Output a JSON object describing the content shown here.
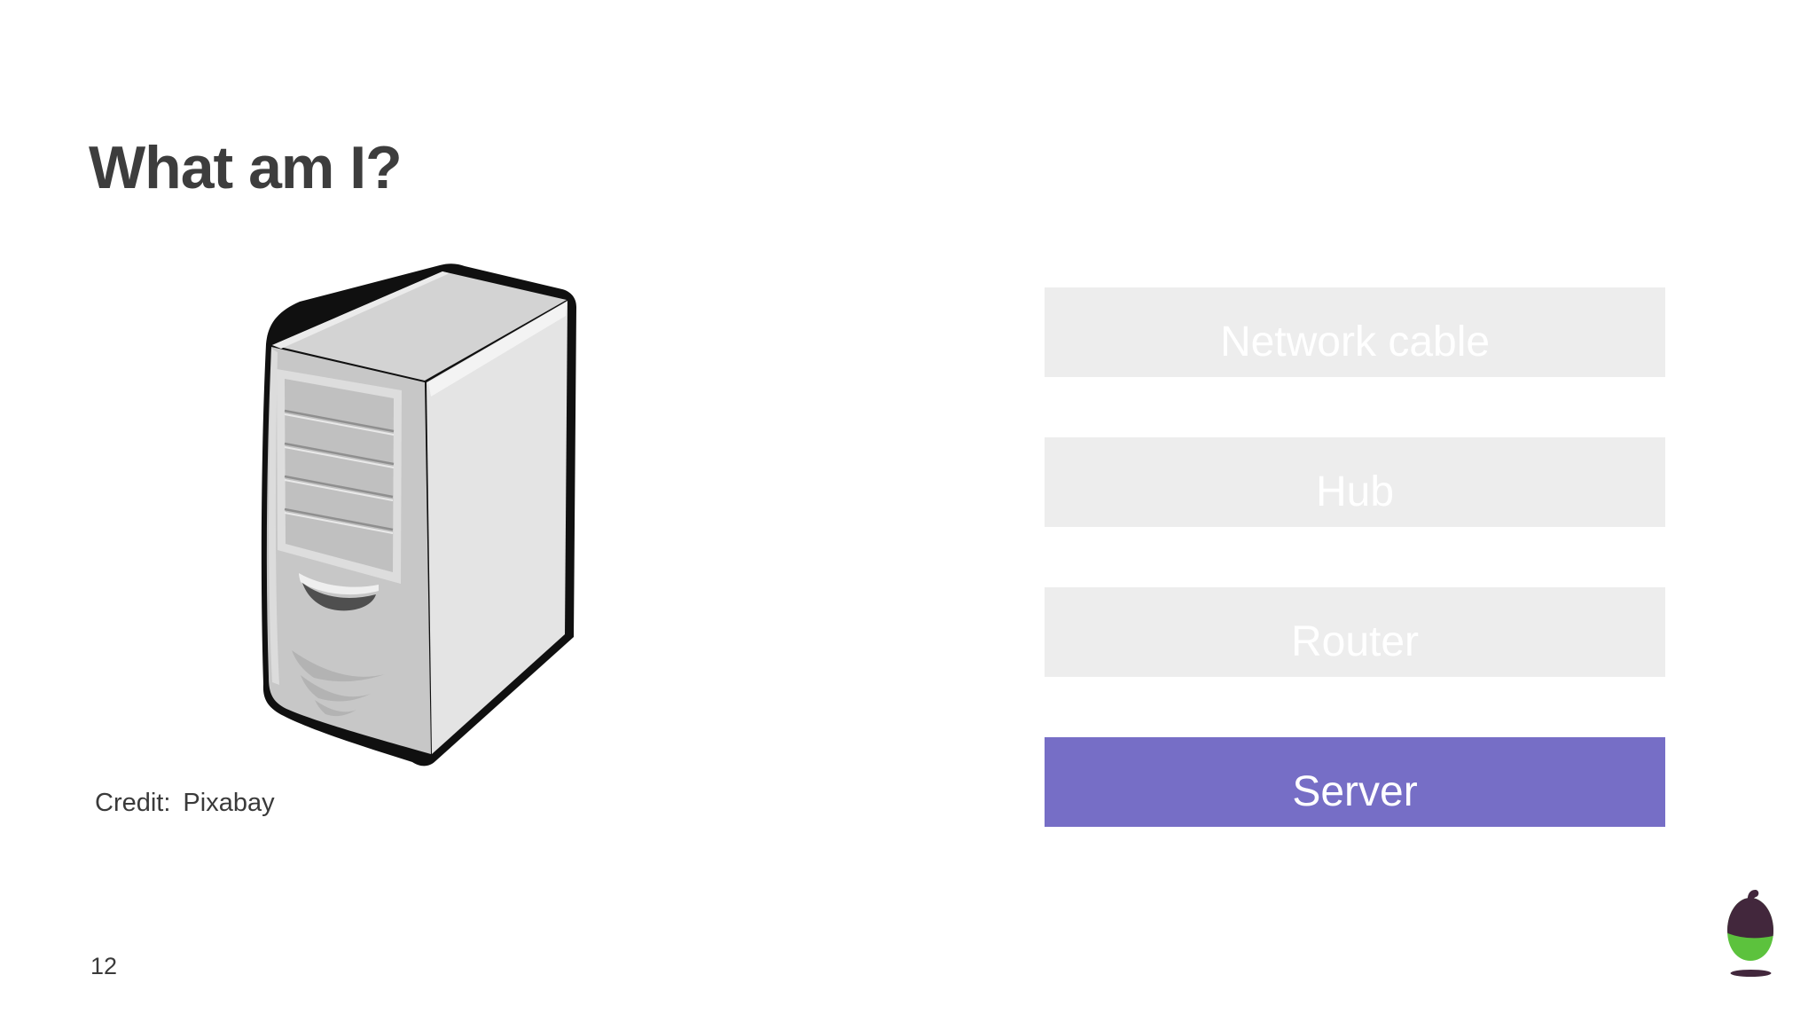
{
  "slide": {
    "title": "What am I?",
    "page_number": "12",
    "credit_label": "Credit:",
    "credit_value": "Pixabay"
  },
  "quiz": {
    "options": [
      {
        "label": "Network cable",
        "state": "default"
      },
      {
        "label": "Hub",
        "state": "default"
      },
      {
        "label": "Router",
        "state": "default"
      },
      {
        "label": "Server",
        "state": "selected"
      }
    ]
  },
  "illustration": {
    "name": "computer-tower-clipart"
  },
  "logo": {
    "name": "oak-acorn-logo"
  },
  "colors": {
    "option_default_bg": "#EDEDED",
    "option_selected_bg": "#766EC6",
    "option_text": "#FFFFFF",
    "title_text": "#3D3D3D",
    "body_text": "#3A3A3A",
    "accent_green": "#5CC23D",
    "accent_plum": "#42273C"
  }
}
